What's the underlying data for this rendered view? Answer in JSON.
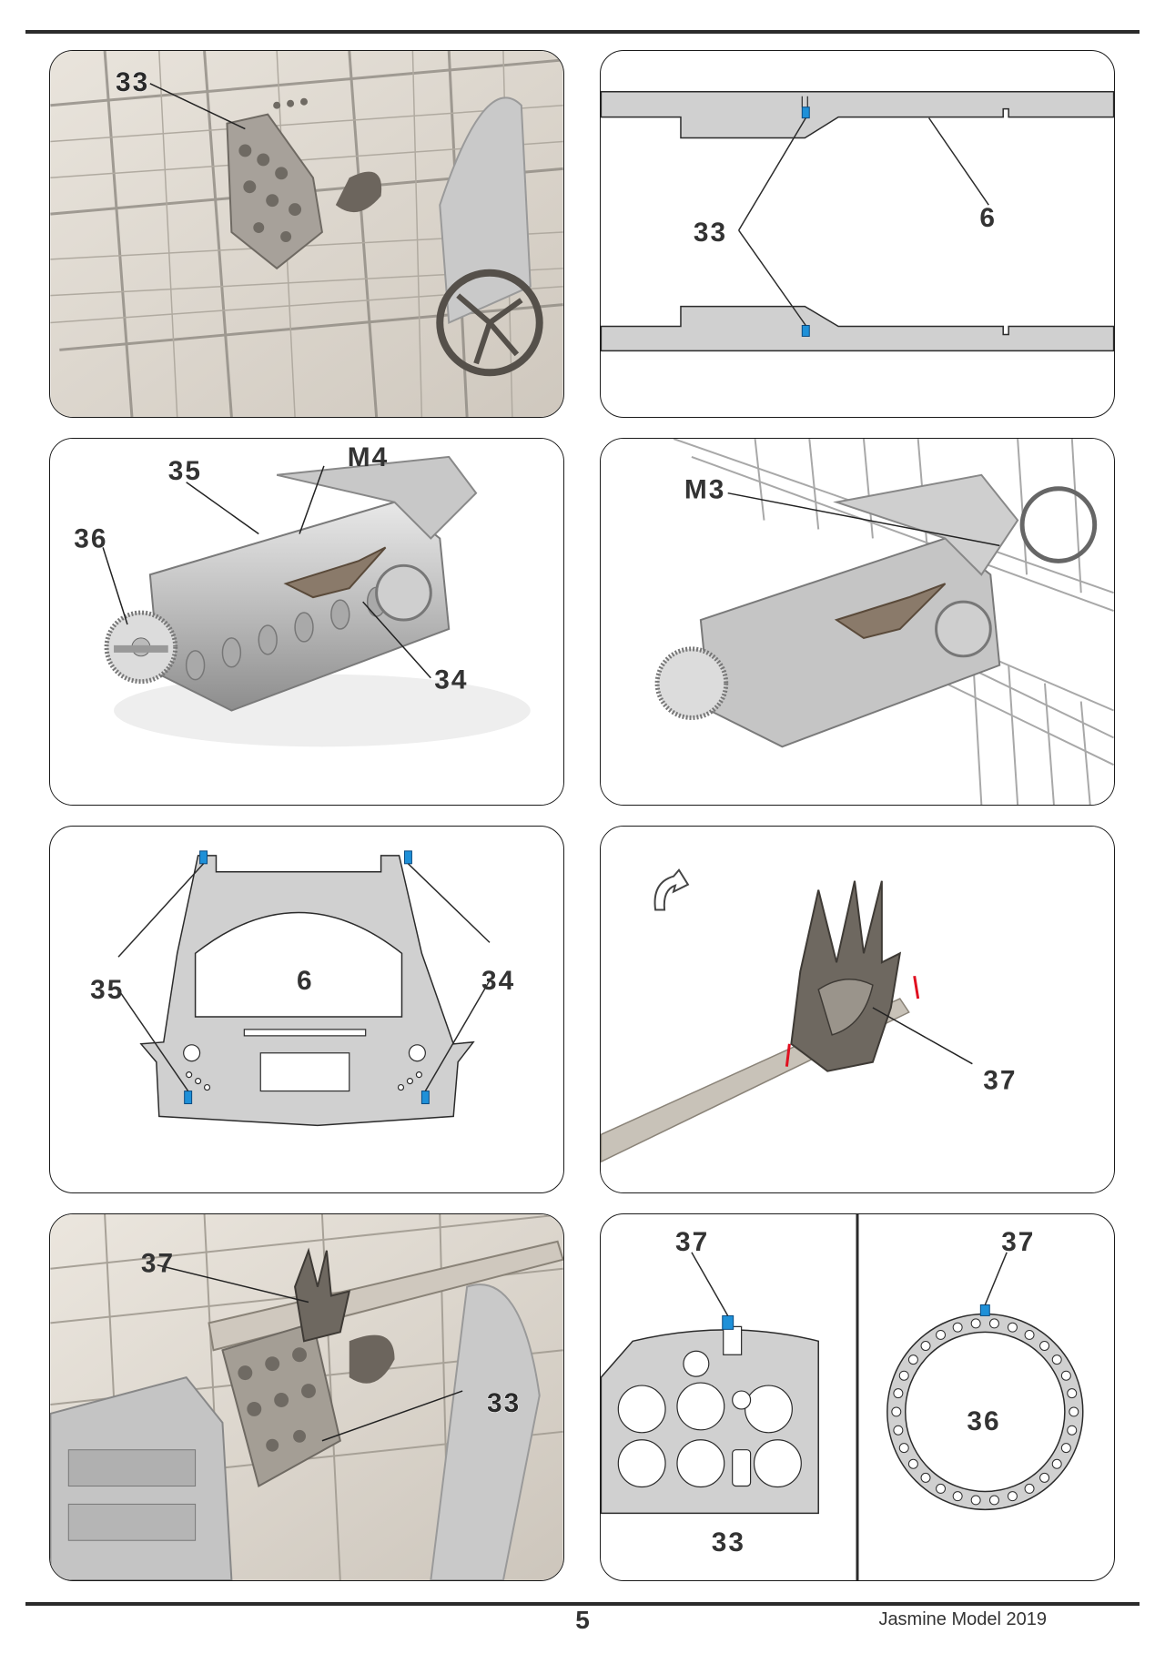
{
  "panels": {
    "p1": {
      "labels": [
        "33"
      ]
    },
    "p2": {
      "labels": [
        "33",
        "6"
      ]
    },
    "p3": {
      "labels": [
        "35",
        "M4",
        "36",
        "34"
      ]
    },
    "p4": {
      "labels": [
        "M3"
      ]
    },
    "p5": {
      "labels": [
        "6",
        "35",
        "34"
      ]
    },
    "p6": {
      "labels": [
        "37"
      ],
      "icon": "rotate-arrow-icon"
    },
    "p7": {
      "labels": [
        "37",
        "33"
      ]
    },
    "p8": {
      "labels": [
        "37",
        "33",
        "37",
        "36"
      ]
    }
  },
  "colors": {
    "part": "#d0d0d0",
    "glue": "#1e90d8",
    "cut": "#e01020",
    "outline": "#2b2b2b"
  },
  "footer": {
    "page_number": "5",
    "brand": "Jasmine Model 2019"
  }
}
